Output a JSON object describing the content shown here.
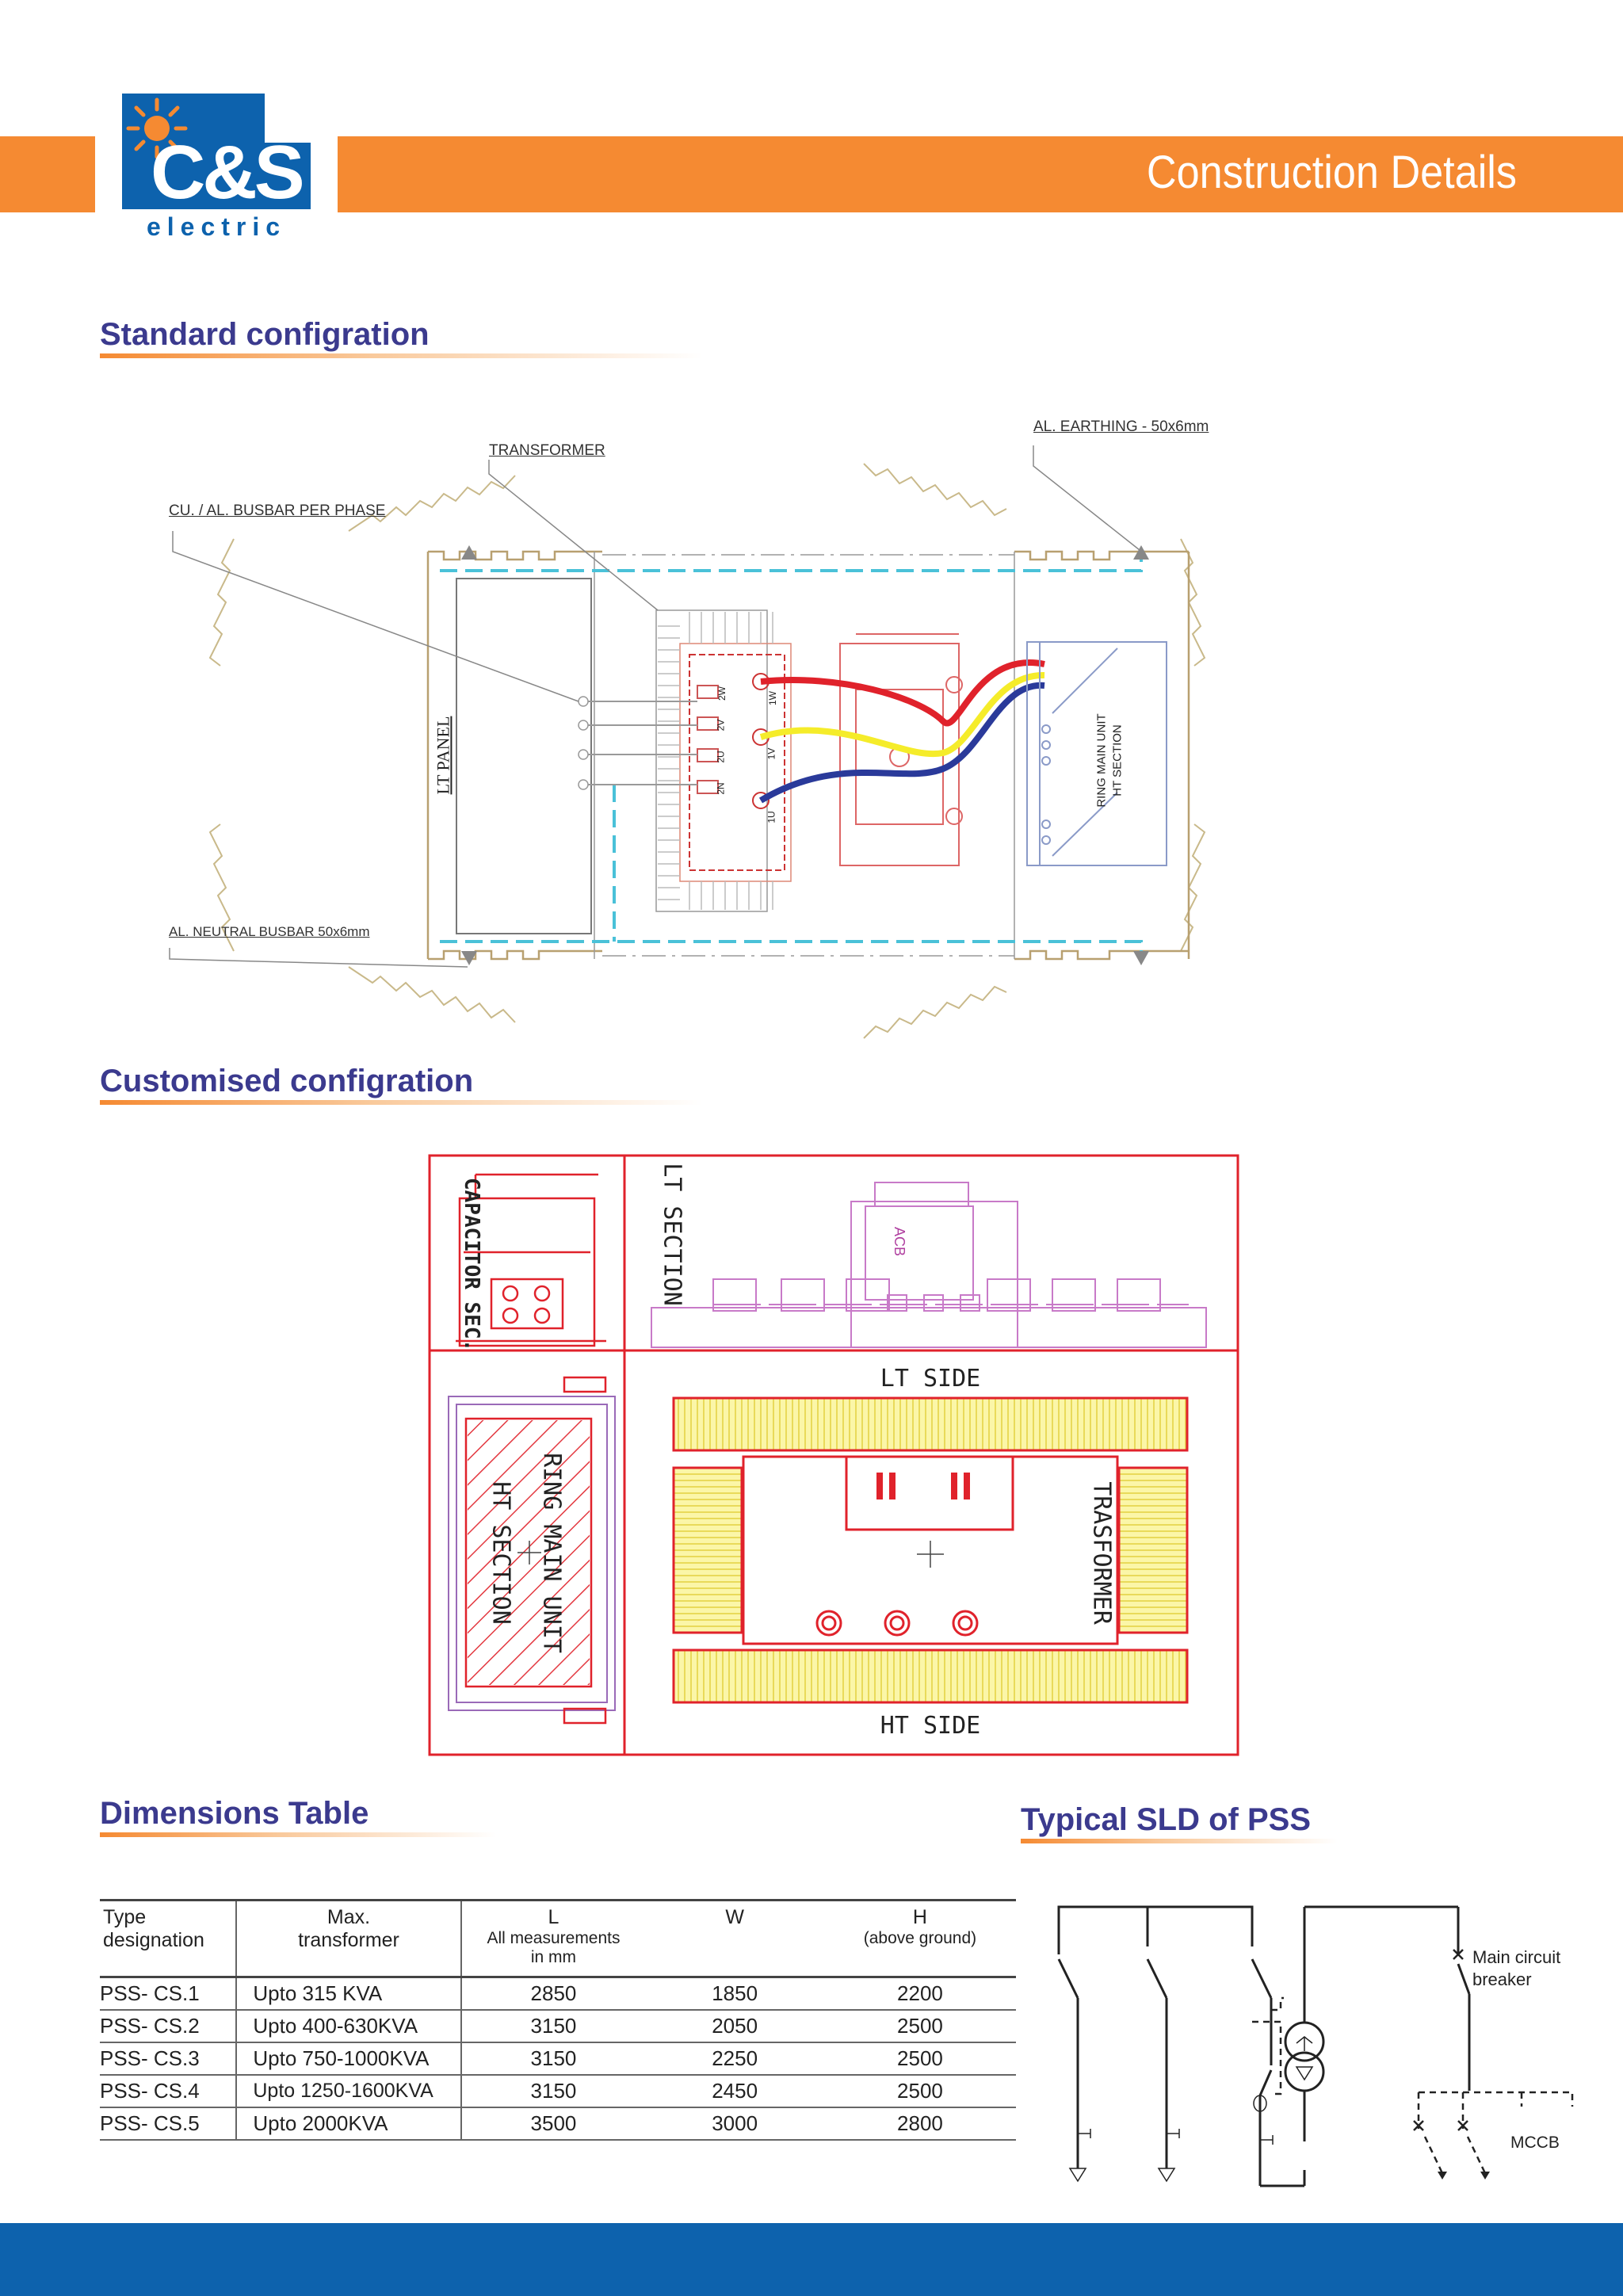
{
  "brand": {
    "logo_text": "C&S",
    "logo_sub": "electric",
    "colors": {
      "orange": "#f58a32",
      "blue": "#0d62ad",
      "title": "#3b3a8e",
      "red": "#e0222b",
      "yellow": "#f5ec2a",
      "navy": "#2a3a9a"
    }
  },
  "header": {
    "title": "Construction Details"
  },
  "sections": {
    "standard": "Standard configration",
    "customised": "Customised configration",
    "dimensions": "Dimensions  Table",
    "sld": "Typical SLD of PSS"
  },
  "standard_diagram": {
    "callouts": {
      "transformer": "TRANSFORMER",
      "busbar": "CU. / AL. BUSBAR PER PHASE",
      "earthing": "AL. EARTHING - 50x6mm",
      "neutral": "AL. NEUTRAL BUSBAR 50x6mm"
    },
    "lt_panel": "LT PANEL",
    "rmu_line1": "RING MAIN UNIT",
    "rmu_line2": "HT SECTION",
    "terminals_lv": [
      "2W",
      "2V",
      "2U",
      "2N"
    ],
    "terminals_hv": [
      "1W",
      "1V",
      "1U"
    ]
  },
  "custom_diagram": {
    "capacitor": "CAPACITOR SEC.",
    "lt_section": "LT SECTION",
    "acb": "ACB",
    "lt_side": "LT SIDE",
    "ht_side": "HT SIDE",
    "rmu": "RING MAIN UNIT",
    "ht_section": "HT SECTION",
    "transformer": "TRASFORMER"
  },
  "dimensions_table": {
    "headers": {
      "type": [
        "Type",
        "designation"
      ],
      "max": [
        "Max.",
        "transformer"
      ],
      "l": "L",
      "l_note": [
        "All measurements",
        "in mm"
      ],
      "w": "W",
      "h": "H",
      "h_note": "(above ground)"
    },
    "rows": [
      {
        "type": "PSS-   CS.1",
        "transformer": "Upto 315 KVA",
        "l": "2850",
        "w": "1850",
        "h": "2200"
      },
      {
        "type": "PSS-   CS.2",
        "transformer": "Upto 400-630KVA",
        "l": "3150",
        "w": "2050",
        "h": "2500"
      },
      {
        "type": "PSS-   CS.3",
        "transformer": "Upto 750-1000KVA",
        "l": "3150",
        "w": "2250",
        "h": "2500"
      },
      {
        "type": "PSS-   CS.4",
        "transformer": "Upto 1250-1600KVA",
        "l": "3150",
        "w": "2450",
        "h": "2500"
      },
      {
        "type": "PSS-   CS.5",
        "transformer": "Upto 2000KVA",
        "l": "3500",
        "w": "3000",
        "h": "2800"
      }
    ]
  },
  "sld": {
    "main_breaker_line1": "Main circuit",
    "main_breaker_line2": "breaker",
    "mccb": "MCCB"
  }
}
